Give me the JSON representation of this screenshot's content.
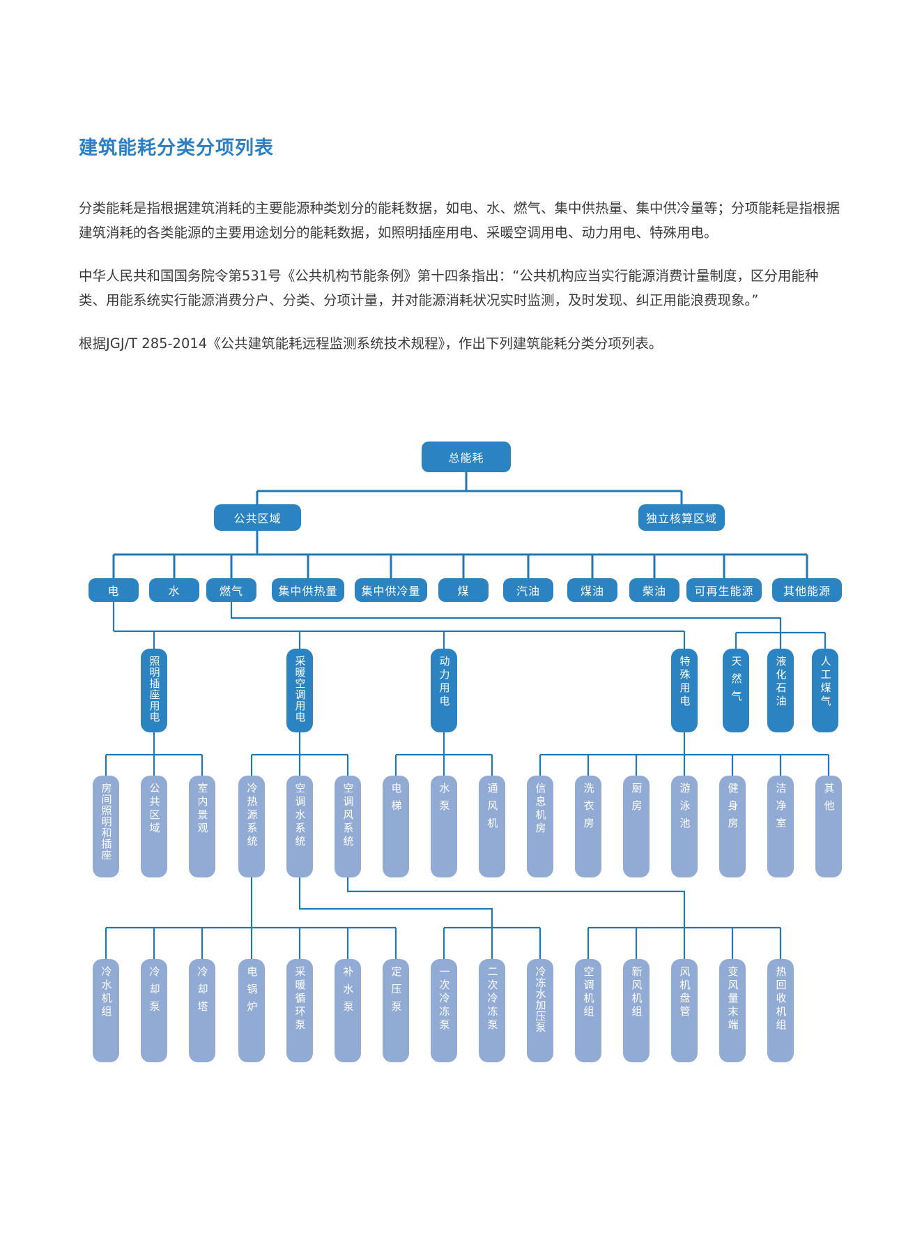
{
  "doc": {
    "title": "建筑能耗分类分项列表",
    "paragraphs": [
      "分类能耗是指根据建筑消耗的主要能源种类划分的能耗数据，如电、水、燃气、集中供热量、集中供冷量等；分项能耗是指根据建筑消耗的各类能源的主要用途划分的能耗数据，如照明插座用电、采暖空调用电、动力用电、特殊用电。",
      "中华人民共和国国务院令第531号《公共机构节能条例》第十四条指出：“公共机构应当实行能源消费计量制度，区分用能种类、用能系统实行能源消费分户、分类、分项计量，并对能源消耗状况实时监测，及时发现、纠正用能浪费现象。”",
      "根据JGJ/T 285-2014《公共建筑能耗远程监测系统技术规程》，作出下列建筑能耗分类分项列表。"
    ]
  },
  "diagram": {
    "colors": {
      "dark": "#2b83c2",
      "light": "#92abd5",
      "line": "#1e78b5",
      "accent": "#2b7fc2"
    },
    "root": {
      "label": "总能耗"
    },
    "l2": [
      {
        "label": "公共区域"
      },
      {
        "label": "独立核算区域"
      }
    ],
    "l3": [
      {
        "label": "电"
      },
      {
        "label": "水"
      },
      {
        "label": "燃气"
      },
      {
        "label": "集中供热量"
      },
      {
        "label": "集中供冷量"
      },
      {
        "label": "煤"
      },
      {
        "label": "汽油"
      },
      {
        "label": "煤油"
      },
      {
        "label": "柴油"
      },
      {
        "label": "可再生能源"
      },
      {
        "label": "其他能源"
      }
    ],
    "l4": [
      {
        "label": "照明插座用电"
      },
      {
        "label": "采暖空调用电"
      },
      {
        "label": "动力用电"
      },
      {
        "label": "特殊用电"
      },
      {
        "label": "天然气"
      },
      {
        "label": "液化石油"
      },
      {
        "label": "人工煤气"
      }
    ],
    "l5": [
      {
        "label": "房间照明和插座"
      },
      {
        "label": "公共区域"
      },
      {
        "label": "室内景观"
      },
      {
        "label": "冷热源系统"
      },
      {
        "label": "空调水系统"
      },
      {
        "label": "空调风系统"
      },
      {
        "label": "电梯"
      },
      {
        "label": "水泵"
      },
      {
        "label": "通风机"
      },
      {
        "label": "信息机房"
      },
      {
        "label": "洗衣房"
      },
      {
        "label": "厨房"
      },
      {
        "label": "游泳池"
      },
      {
        "label": "健身房"
      },
      {
        "label": "洁净室"
      },
      {
        "label": "其他"
      }
    ],
    "l6": [
      {
        "label": "冷水机组"
      },
      {
        "label": "冷却泵"
      },
      {
        "label": "冷却塔"
      },
      {
        "label": "电锅炉"
      },
      {
        "label": "采暖循环泵"
      },
      {
        "label": "补水泵"
      },
      {
        "label": "定压泵"
      },
      {
        "label": "一次冷冻泵"
      },
      {
        "label": "二次冷冻泵"
      },
      {
        "label": "冷冻水加压泵"
      },
      {
        "label": "空调机组"
      },
      {
        "label": "新风机组"
      },
      {
        "label": "风机盘管"
      },
      {
        "label": "变风量末端"
      },
      {
        "label": "热回收机组"
      }
    ]
  }
}
